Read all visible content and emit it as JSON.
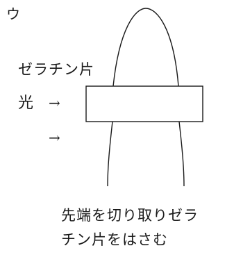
{
  "panel": {
    "label": "ウ"
  },
  "labels": {
    "gelatin": "ゼラチン片",
    "light": "光",
    "arrow_upper": "→",
    "arrow_lower": "→"
  },
  "caption": {
    "line1": "先端を切り取りゼラ",
    "line2": "チン片をはさむ"
  },
  "colors": {
    "ink": "#1a1a1a",
    "background": "#ffffff"
  }
}
